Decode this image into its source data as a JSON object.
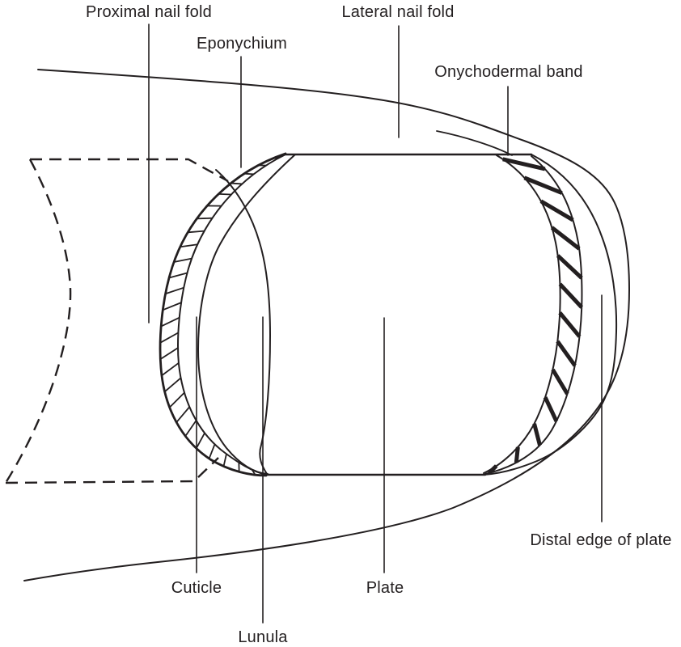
{
  "colors": {
    "ink": "#231f20",
    "background": "#ffffff"
  },
  "labels": {
    "proximal_nail_fold": "Proximal nail fold",
    "eponychium": "Eponychium",
    "lateral_nail_fold": "Lateral nail fold",
    "onychodermal_band": "Onychodermal band",
    "distal_edge_of_plate": "Distal edge of plate",
    "cuticle": "Cuticle",
    "lunula": "Lunula",
    "plate": "Plate"
  }
}
